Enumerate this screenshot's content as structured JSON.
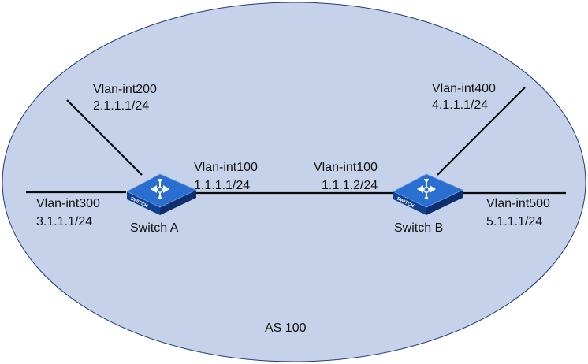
{
  "diagram": {
    "as_label": "AS 100",
    "colors": {
      "as_area": "#c5d2ea",
      "as_border": "#1e3a78",
      "links": "#0a0a0a",
      "switch_top": "#2a6fd0",
      "switch_side": "#123f8e",
      "switch_front": "#1a55b4"
    },
    "switches": [
      {
        "id": "switch-a",
        "name": "Switch A",
        "badge": "SWITCH",
        "icon": "switch-icon",
        "interfaces": [
          {
            "name": "Vlan-int200",
            "ip": "2.1.1.1/24"
          },
          {
            "name": "Vlan-int300",
            "ip": "3.1.1.1/24"
          },
          {
            "name": "Vlan-int100",
            "ip": "1.1.1.1/24"
          }
        ]
      },
      {
        "id": "switch-b",
        "name": "Switch B",
        "badge": "SWITCH",
        "icon": "switch-icon",
        "interfaces": [
          {
            "name": "Vlan-int100",
            "ip": "1.1.1.2/24"
          },
          {
            "name": "Vlan-int400",
            "ip": "4.1.1.1/24"
          },
          {
            "name": "Vlan-int500",
            "ip": "5.1.1.1/24"
          }
        ]
      }
    ]
  }
}
